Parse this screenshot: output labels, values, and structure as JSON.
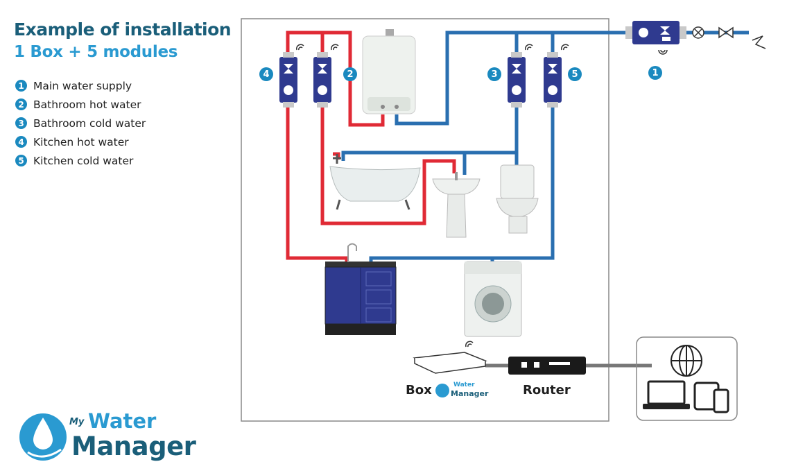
{
  "header": {
    "title": "Example of installation",
    "subtitle": "1 Box + 5 modules"
  },
  "legend": [
    {
      "num": "1",
      "label": "Main water supply"
    },
    {
      "num": "2",
      "label": "Bathroom hot water"
    },
    {
      "num": "3",
      "label": "Bathroom cold water"
    },
    {
      "num": "4",
      "label": "Kitchen hot water"
    },
    {
      "num": "5",
      "label": "Kitchen cold water"
    }
  ],
  "diagram": {
    "box_label": "Box",
    "router_label": "Router",
    "mini_logo_water": "Water",
    "mini_logo_manager": "Manager",
    "module_numbers": [
      "4",
      "2",
      "3",
      "5",
      "1"
    ]
  },
  "logo": {
    "my": "My",
    "water": "Water",
    "manager": "Manager"
  },
  "colors": {
    "hot_pipe": "#e02a35",
    "cold_pipe": "#2a6fb0",
    "accent": "#1a89bf",
    "title": "#1a5e79",
    "module_body": "#2f3a8f"
  }
}
